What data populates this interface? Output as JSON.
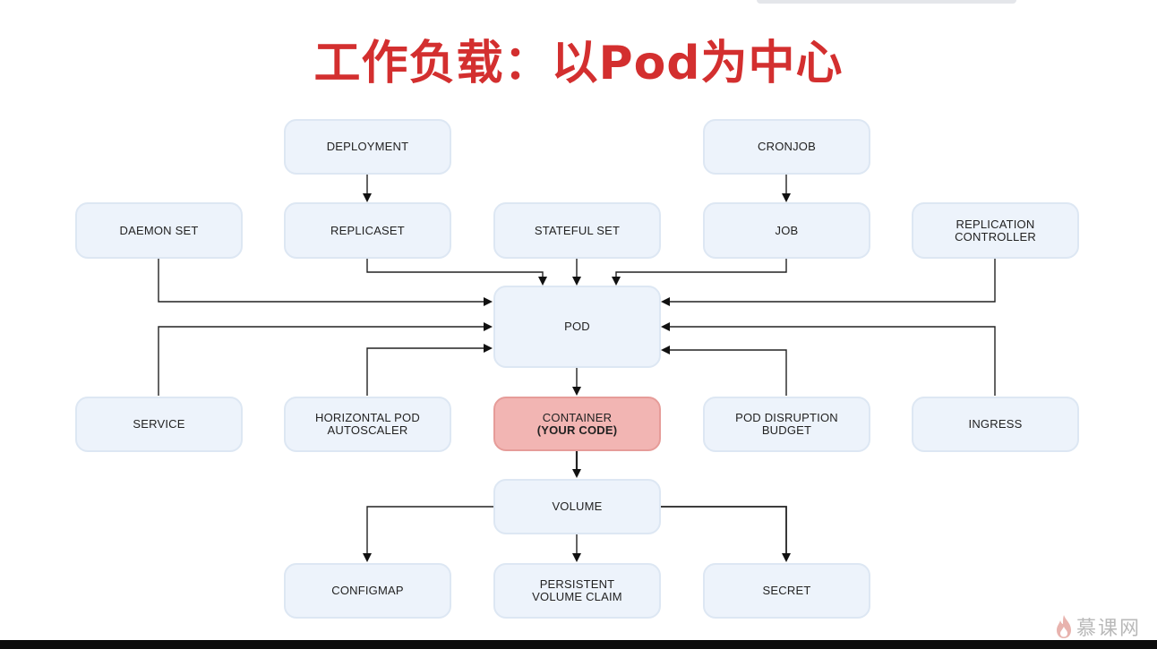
{
  "title": "工作负载：以Pod为中心",
  "nodes": {
    "deployment": {
      "l1": "DEPLOYMENT"
    },
    "cronjob": {
      "l1": "CRONJOB"
    },
    "daemonset": {
      "l1": "DAEMON SET"
    },
    "replicaset": {
      "l1": "REPLICASET"
    },
    "statefulset": {
      "l1": "STATEFUL SET"
    },
    "job": {
      "l1": "JOB"
    },
    "replicationcontroller": {
      "l1": "REPLICATION",
      "l2": "CONTROLLER"
    },
    "pod": {
      "l1": "POD"
    },
    "service": {
      "l1": "SERVICE"
    },
    "hpa": {
      "l1": "HORIZONTAL POD",
      "l2": "AUTOSCALER"
    },
    "container": {
      "l1": "CONTAINER",
      "l2": "(YOUR CODE)"
    },
    "pdb": {
      "l1": "POD DISRUPTION",
      "l2": "BUDGET"
    },
    "ingress": {
      "l1": "INGRESS"
    },
    "volume": {
      "l1": "VOLUME"
    },
    "configmap": {
      "l1": "CONFIGMAP"
    },
    "pvc": {
      "l1": "PERSISTENT",
      "l2": "VOLUME CLAIM"
    },
    "secret": {
      "l1": "SECRET"
    }
  },
  "edges": [
    {
      "from": "deployment",
      "to": "replicaset"
    },
    {
      "from": "cronjob",
      "to": "job"
    },
    {
      "from": "replicaset",
      "to": "pod"
    },
    {
      "from": "statefulset",
      "to": "pod"
    },
    {
      "from": "job",
      "to": "pod"
    },
    {
      "from": "daemonset",
      "to": "pod"
    },
    {
      "from": "replicationcontroller",
      "to": "pod"
    },
    {
      "from": "service",
      "to": "pod"
    },
    {
      "from": "hpa",
      "to": "pod"
    },
    {
      "from": "pdb",
      "to": "pod"
    },
    {
      "from": "ingress",
      "to": "pod"
    },
    {
      "from": "pod",
      "to": "container"
    },
    {
      "from": "container",
      "to": "volume"
    },
    {
      "from": "volume",
      "to": "configmap"
    },
    {
      "from": "volume",
      "to": "pvc"
    },
    {
      "from": "volume",
      "to": "secret"
    }
  ],
  "watermark": {
    "text": "慕课网",
    "icon": "flame-logo-icon"
  }
}
